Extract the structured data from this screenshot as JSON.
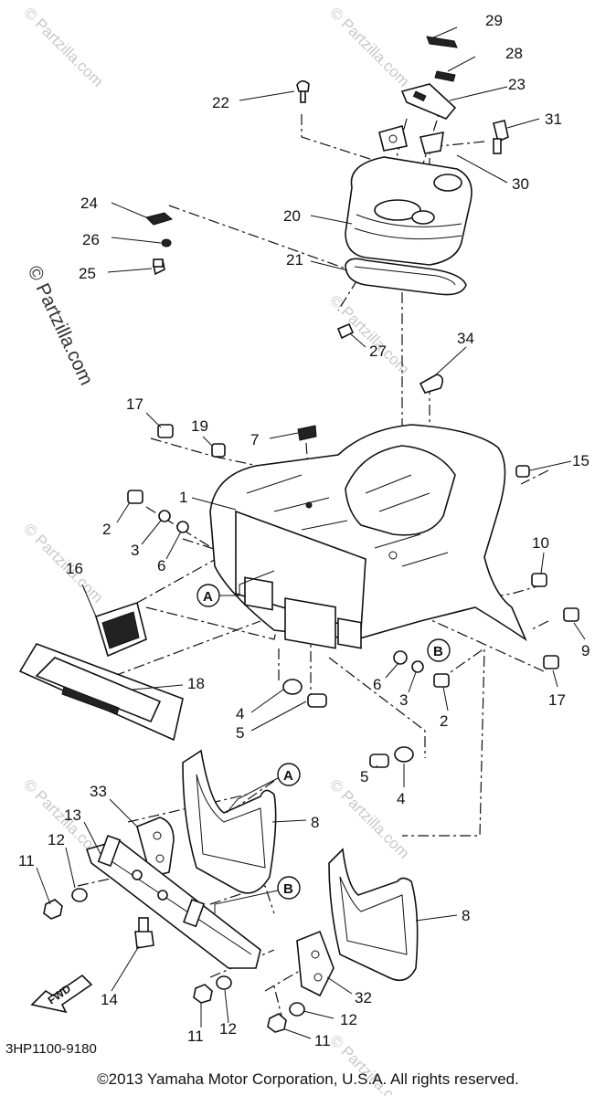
{
  "watermark": "© Partzilla.com",
  "part_code": "3HP1100-9180",
  "copyright": "©2013 Yamaha Motor Corporation, U.S.A. All rights reserved.",
  "fwd_label": "FWD",
  "ref_a": "A",
  "ref_b": "B",
  "labels": {
    "p1": "1",
    "p2a": "2",
    "p2b": "2",
    "p3a": "3",
    "p3b": "3",
    "p4a": "4",
    "p4b": "4",
    "p5a": "5",
    "p5b": "5",
    "p6a": "6",
    "p6b": "6",
    "p7": "7",
    "p8a": "8",
    "p8b": "8",
    "p9": "9",
    "p10": "10",
    "p11a": "11",
    "p11b": "11",
    "p11c": "11",
    "p12a": "12",
    "p12b": "12",
    "p12c": "12",
    "p13": "13",
    "p14": "14",
    "p15": "15",
    "p16": "16",
    "p17a": "17",
    "p17b": "17",
    "p18": "18",
    "p19": "19",
    "p20": "20",
    "p21": "21",
    "p22": "22",
    "p23": "23",
    "p24": "24",
    "p25": "25",
    "p26": "26",
    "p27": "27",
    "p28": "28",
    "p29": "29",
    "p30": "30",
    "p31": "31",
    "p32": "32",
    "p33": "33",
    "p34": "34"
  }
}
